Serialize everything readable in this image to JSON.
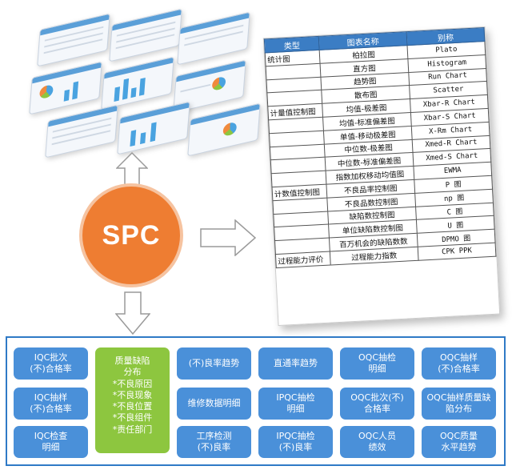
{
  "spc": {
    "label": "SPC"
  },
  "table": {
    "headers": [
      "类型",
      "图表名称",
      "别称"
    ],
    "rows": [
      {
        "type": "统计图",
        "name": "柏拉图",
        "alias": "Plato"
      },
      {
        "type": "",
        "name": "直方图",
        "alias": "Histogram"
      },
      {
        "type": "",
        "name": "趋势图",
        "alias": "Run Chart"
      },
      {
        "type": "",
        "name": "散布图",
        "alias": "Scatter"
      },
      {
        "type": "计量值控制图",
        "name": "均值-极差图",
        "alias": "Xbar-R Chart"
      },
      {
        "type": "",
        "name": "均值-标准偏差图",
        "alias": "Xbar-S Chart"
      },
      {
        "type": "",
        "name": "单值-移动极差图",
        "alias": "X-Rm Chart"
      },
      {
        "type": "",
        "name": "中位数-极差图",
        "alias": "Xmed-R Chart"
      },
      {
        "type": "",
        "name": "中位数-标准偏差图",
        "alias": "Xmed-S Chart"
      },
      {
        "type": "",
        "name": "指数加权移动均值图",
        "alias": "EWMA"
      },
      {
        "type": "计数值控制图",
        "name": "不良品率控制图",
        "alias": "P 图"
      },
      {
        "type": "",
        "name": "不良品数控制图",
        "alias": "np 图"
      },
      {
        "type": "",
        "name": "缺陷数控制图",
        "alias": "C 图"
      },
      {
        "type": "",
        "name": "单位缺陷数控制图",
        "alias": "U 图"
      },
      {
        "type": "",
        "name": "百万机会的缺陷数数",
        "alias": "DPMO 图"
      },
      {
        "type": "过程能力评价",
        "name": "过程能力指数",
        "alias": "CPK PPK"
      }
    ]
  },
  "cards": [
    {
      "text": "IQC批次\n(不)合格率",
      "color": "blue"
    },
    {
      "text": "质量缺陷\n分布\n*不良原因\n*不良现象\n*不良位置\n*不良组件\n*责任部门",
      "color": "green"
    },
    {
      "text": "(不)良率趋势",
      "color": "blue"
    },
    {
      "text": "直通率趋势",
      "color": "blue"
    },
    {
      "text": "OQC抽检\n明细",
      "color": "blue"
    },
    {
      "text": "OQC抽样\n(不)合格率",
      "color": "blue"
    },
    {
      "text": "IQC抽样\n(不)合格率",
      "color": "blue"
    },
    {
      "text": "维修数据明细",
      "color": "blue"
    },
    {
      "text": "IPQC抽检\n明细",
      "color": "blue"
    },
    {
      "text": "OQC批次(不)\n合格率",
      "color": "blue"
    },
    {
      "text": "OQC抽样质量缺\n陷分布",
      "color": "blue"
    },
    {
      "text": "IQC检查\n明细",
      "color": "blue"
    },
    {
      "text": "工序检测\n(不)良率",
      "color": "blue"
    },
    {
      "text": "IPQC抽检\n(不)良率",
      "color": "blue"
    },
    {
      "text": "OQC人员\n绩效",
      "color": "blue"
    },
    {
      "text": "OQC质量\n水平趋势",
      "color": "blue"
    }
  ],
  "colors": {
    "spc_orange": "#ee7d32",
    "header_blue": "#3b7dc4",
    "card_blue": "#4a90d9",
    "card_green": "#8dc63f"
  }
}
